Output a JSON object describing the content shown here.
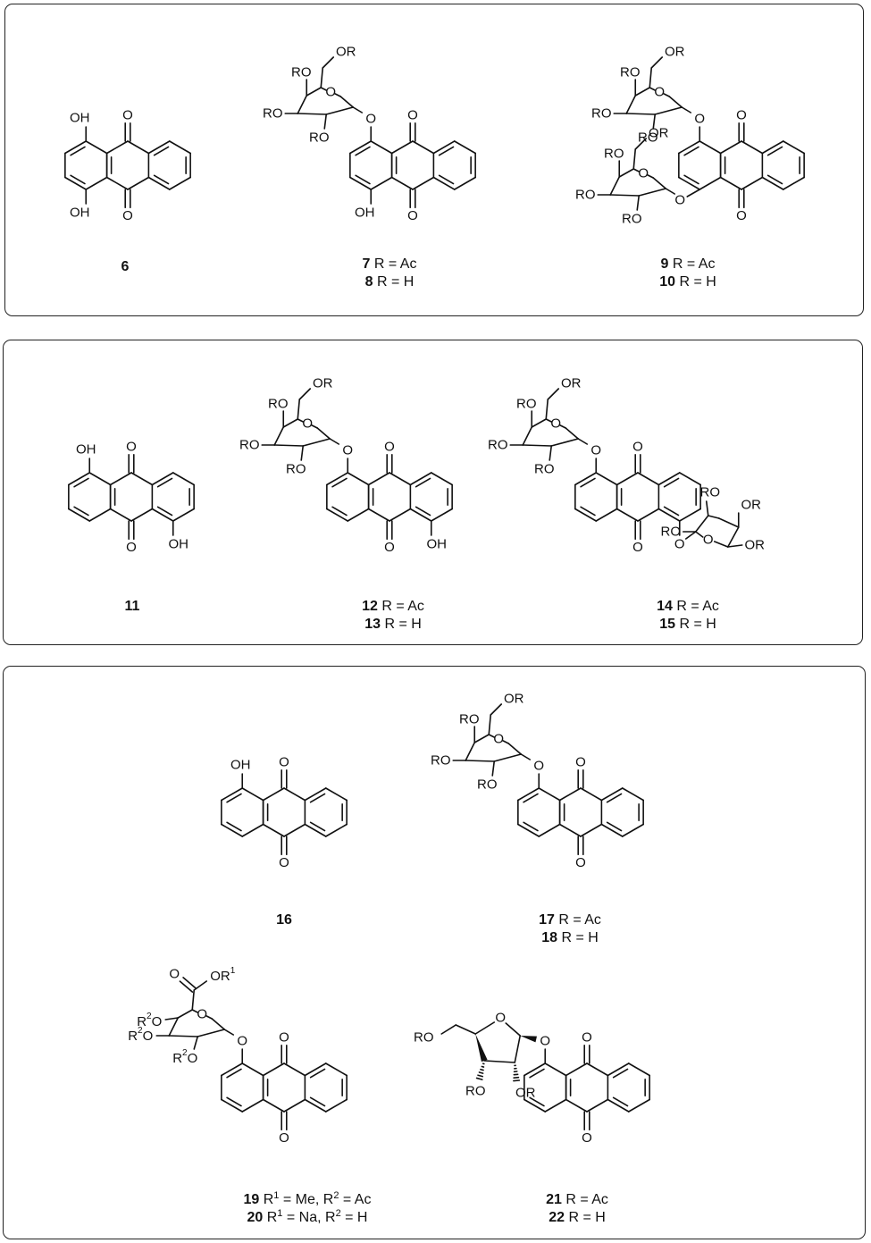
{
  "panels": [
    {
      "compounds": [
        {
          "id": "c6",
          "lines": [
            {
              "num": "6",
              "text": ""
            }
          ]
        },
        {
          "id": "c7",
          "lines": [
            {
              "num": "7",
              "text": " R = Ac"
            },
            {
              "num": "8",
              "text": " R = H"
            }
          ]
        },
        {
          "id": "c9",
          "lines": [
            {
              "num": "9",
              "text": "   R = Ac"
            },
            {
              "num": "10",
              "text": " R = H"
            }
          ]
        }
      ]
    },
    {
      "compounds": [
        {
          "id": "c11",
          "lines": [
            {
              "num": "11",
              "text": ""
            }
          ]
        },
        {
          "id": "c12",
          "lines": [
            {
              "num": "12",
              "text": " R = Ac"
            },
            {
              "num": "13",
              "text": " R = H"
            }
          ]
        },
        {
          "id": "c14",
          "lines": [
            {
              "num": "14",
              "text": " R = Ac"
            },
            {
              "num": "15",
              "text": " R = H"
            }
          ]
        }
      ]
    },
    {
      "compounds": [
        {
          "id": "c16",
          "lines": [
            {
              "num": "16",
              "text": ""
            }
          ]
        },
        {
          "id": "c17",
          "lines": [
            {
              "num": "17",
              "text": " R = Ac"
            },
            {
              "num": "18",
              "text": " R = H"
            }
          ]
        },
        {
          "id": "c19",
          "lines": [
            {
              "num": "19",
              "text": " R¹ = Me, R² = Ac"
            },
            {
              "num": "20",
              "text": " R¹ = Na, R² = H"
            }
          ]
        },
        {
          "id": "c21",
          "lines": [
            {
              "num": "21",
              "text": " R = Ac"
            },
            {
              "num": "22",
              "text": " R = H"
            }
          ]
        }
      ]
    }
  ],
  "atom_labels": {
    "oh": "OH",
    "o": "O",
    "ro": "RO",
    "or": "OR",
    "r2o": "R²O",
    "or1": "OR¹"
  }
}
